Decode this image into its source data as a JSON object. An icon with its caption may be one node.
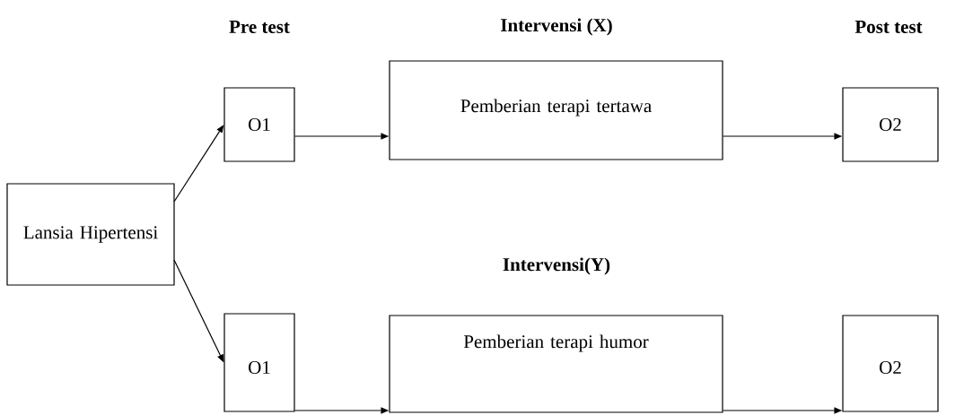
{
  "diagram": {
    "nodes": [
      {
        "text": [
          "Lansia Hipertensi"
        ]
      },
      {
        "text": [
          "O1"
        ]
      },
      {
        "text": [
          "Pemberian terapi tertawa"
        ]
      },
      {
        "text": [
          "O2"
        ]
      },
      {
        "text": [
          "O1"
        ]
      },
      {
        "text": [
          "Pemberian terapi humor"
        ]
      },
      {
        "text": [
          "O2"
        ]
      }
    ],
    "edges": [
      {
        "from": 0,
        "to": 1,
        "arrow": "to"
      },
      {
        "from": 0,
        "to": 4,
        "arrow": "to"
      },
      {
        "from": 1,
        "to": 2,
        "arrow": "to"
      },
      {
        "from": 2,
        "to": 3,
        "arrow": "to"
      },
      {
        "from": 4,
        "to": 5,
        "arrow": "to"
      },
      {
        "from": 5,
        "to": 6,
        "arrow": "to"
      }
    ],
    "labels": [
      "Pre test",
      "Intervensi (X)",
      "Post test",
      "Intervensi(Y)"
    ]
  }
}
